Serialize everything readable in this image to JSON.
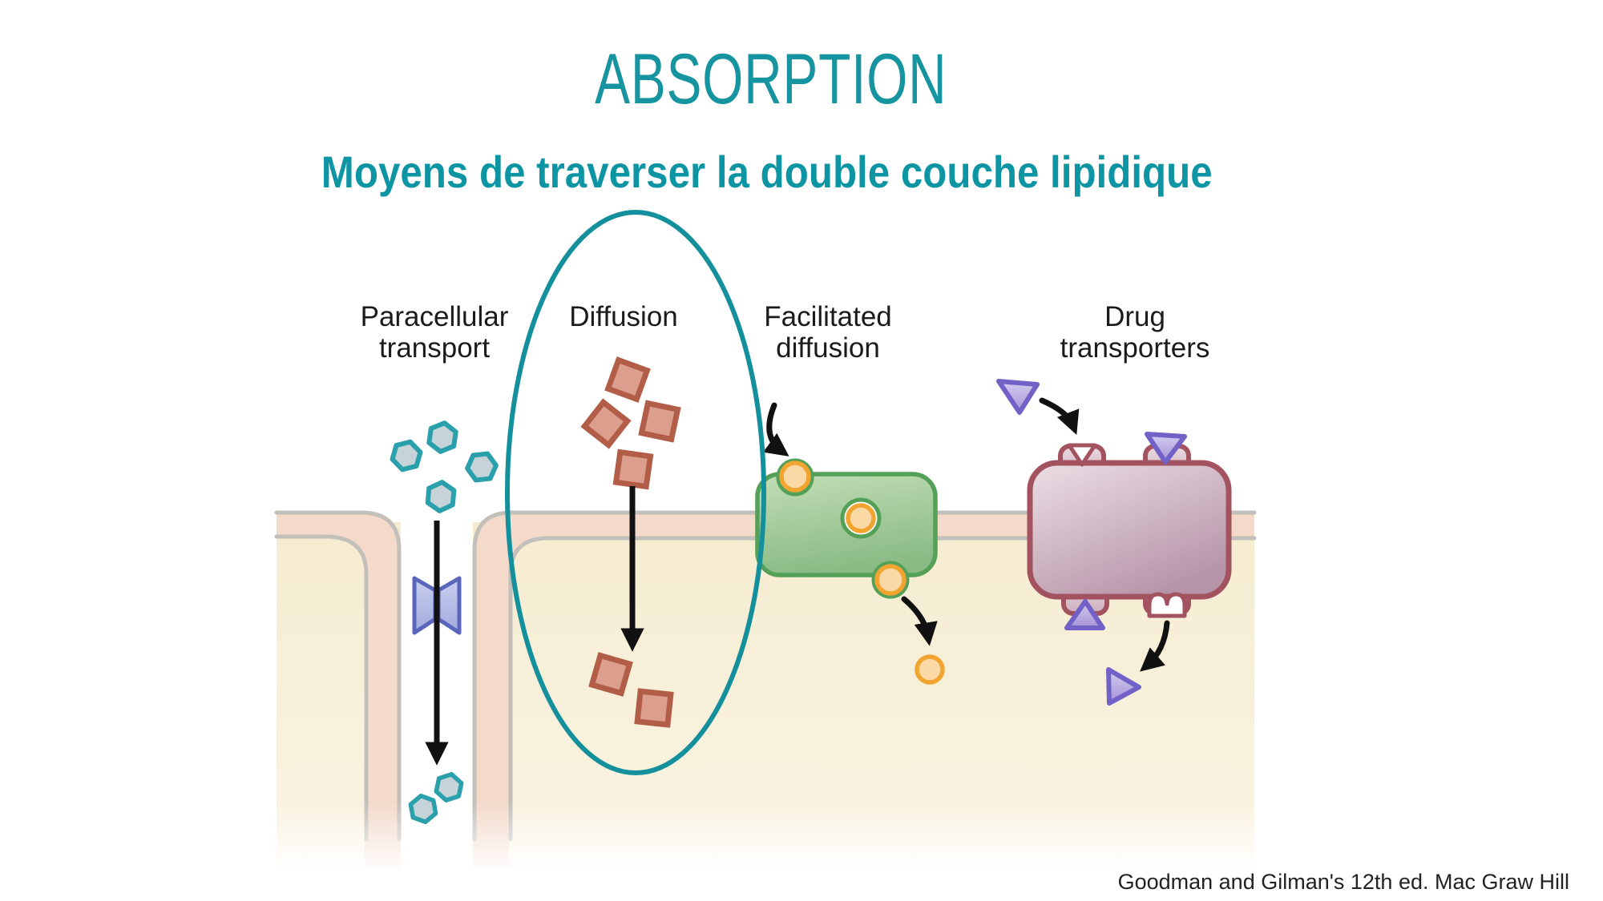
{
  "slide": {
    "title": "ABSORPTION",
    "subtitle": "Moyens de traverser la double couche lipidique",
    "attribution": "Goodman and Gilman's 12th ed. Mac Graw Hill"
  },
  "labels": {
    "paracellular": "Paracellular transport",
    "diffusion": "Diffusion",
    "facilitated": "Facilitated diffusion",
    "drug_transporters": "Drug transporters"
  },
  "palette": {
    "title_teal": "#16949f",
    "subtitle_teal": "#0e95a4",
    "ellipse_teal": "#14909c",
    "label_black": "#1b1b1b",
    "membrane_pink": "#f3dacb",
    "membrane_gray": "#c3bfba",
    "cytoplasm_yellow": "#f5ecd0",
    "hexagon_stroke": "#2aa0ad",
    "hexagon_fill": "#c6d4d9",
    "tight_junction_stroke": "#5a66bb",
    "tight_junction_fill": "#b9c0e7",
    "square_stroke": "#b25d48",
    "square_fill": "#dc9f8d",
    "carrier_green_stroke": "#55a058",
    "carrier_green_fill": "#a6cc9c",
    "molecule_orange_stroke": "#f2a430",
    "molecule_orange_fill": "#fbd9a6",
    "transporter_mauve_stroke": "#a3525f",
    "transporter_mauve_fill": "#c9abba",
    "triangle_purple_stroke": "#7261c6",
    "triangle_purple_fill": "#c0b4e6",
    "arrow_black": "#111111"
  }
}
